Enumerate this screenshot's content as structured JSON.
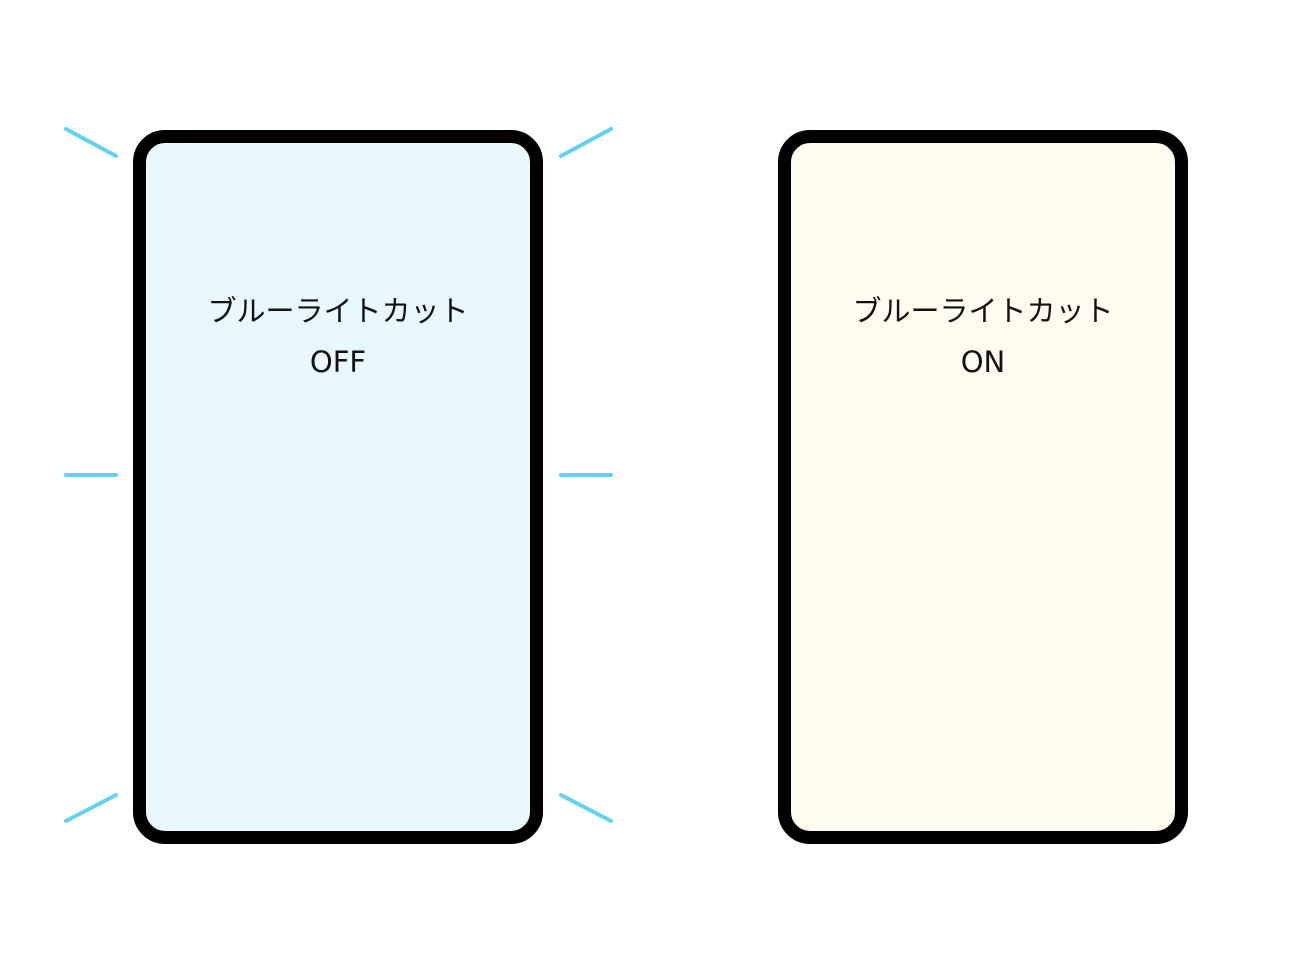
{
  "panels": [
    {
      "title": "ブルーライトカット",
      "state": "OFF",
      "screen_color": "#e9f8fd"
    },
    {
      "title": "ブルーライトカット",
      "state": "ON",
      "screen_color": "#fefbef"
    }
  ],
  "colors": {
    "ray": "#5fd3f0",
    "frame": "#000000"
  }
}
